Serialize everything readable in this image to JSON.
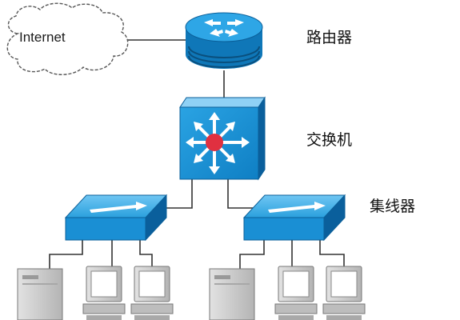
{
  "diagram": {
    "internet_label": "Internet",
    "router_label": "路由器",
    "switch_label": "交换机",
    "hub_label": "集线器"
  },
  "colors": {
    "device_blue": "#1a8fd4",
    "device_dark_blue": "#0b5f99",
    "device_light_blue": "#8fd1f5",
    "switch_center": "#e03040",
    "cable": "#333333",
    "computer_gray": "#c9c9c9"
  }
}
